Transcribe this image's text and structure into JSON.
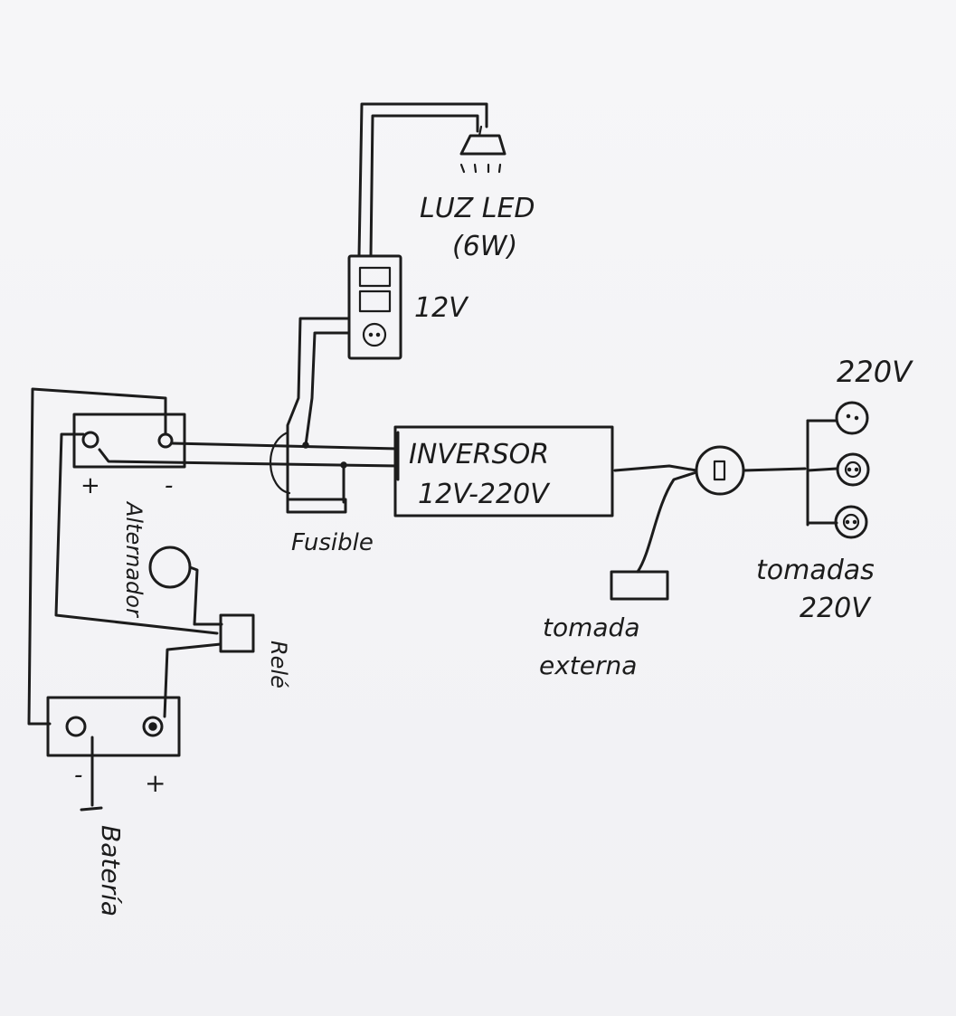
{
  "labels": {
    "led_light": "LUZ LED",
    "led_power": "(6W)",
    "switch_voltage": "12V",
    "outlet_voltage_top": "220V",
    "inverter_line1": "INVERSOR",
    "inverter_line2": "12V-220V",
    "fuse": "Fusible",
    "alternator": "Alternador",
    "relay": "Relé",
    "battery": "Batería",
    "external_outlet_line1": "tomada",
    "external_outlet_line2": "externa",
    "outlets_line1": "tomadas",
    "outlets_line2": "220V",
    "aux_plus": "+",
    "aux_minus": "-",
    "bat_minus": "-",
    "bat_plus": "+"
  },
  "colors": {
    "ink": "#1c1c1c",
    "paper": "#f4f4f6"
  }
}
